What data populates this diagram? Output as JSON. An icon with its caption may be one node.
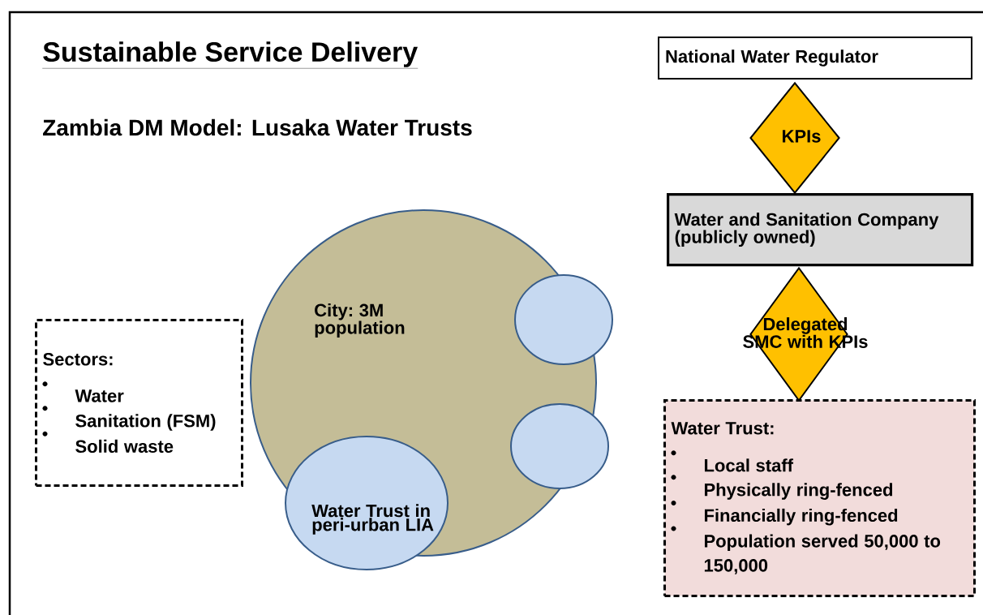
{
  "diagram": {
    "title": "Sustainable Service Delivery",
    "nodes": [
      {
        "text": [
          "National Water Regulator"
        ]
      },
      {
        "text": [
          "KPIs"
        ]
      },
      {
        "text": [
          "Water and Sanitation Company (publicly owned)"
        ]
      },
      {
        "text": [
          "Delegated SMC with KPIs"
        ]
      },
      {
        "text": [
          "Sectors:",
          "Water",
          "Sanitation (FSM)",
          "Solid waste"
        ]
      },
      {
        "text": [
          "City: 3M population"
        ]
      },
      {
        "text": [],
        "shape": "circle"
      },
      {
        "text": [],
        "shape": "circle"
      },
      {
        "text": [
          "Water Trust in peri-urban LIA"
        ]
      },
      {
        "text": [
          "Water Trust:",
          "Local staff",
          "Physically ring-fenced",
          "Financially ring-fenced",
          "Population served 50,000 to 150,000"
        ]
      }
    ],
    "labels": [
      "Zambia DM Model: Lusaka Water Trusts"
    ]
  }
}
